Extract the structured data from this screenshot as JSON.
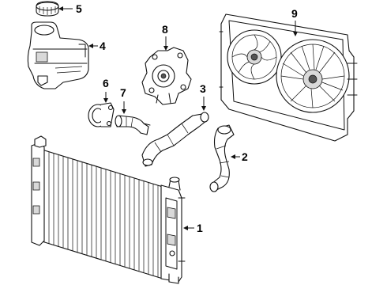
{
  "diagram": {
    "callouts": {
      "radiator": "1",
      "lower_hose": "2",
      "upper_hose": "3",
      "reservoir": "4",
      "reservoir_cap": "5",
      "thermostat": "6",
      "bypass_hose": "7",
      "water_pump": "8",
      "fan_assembly": "9"
    }
  }
}
